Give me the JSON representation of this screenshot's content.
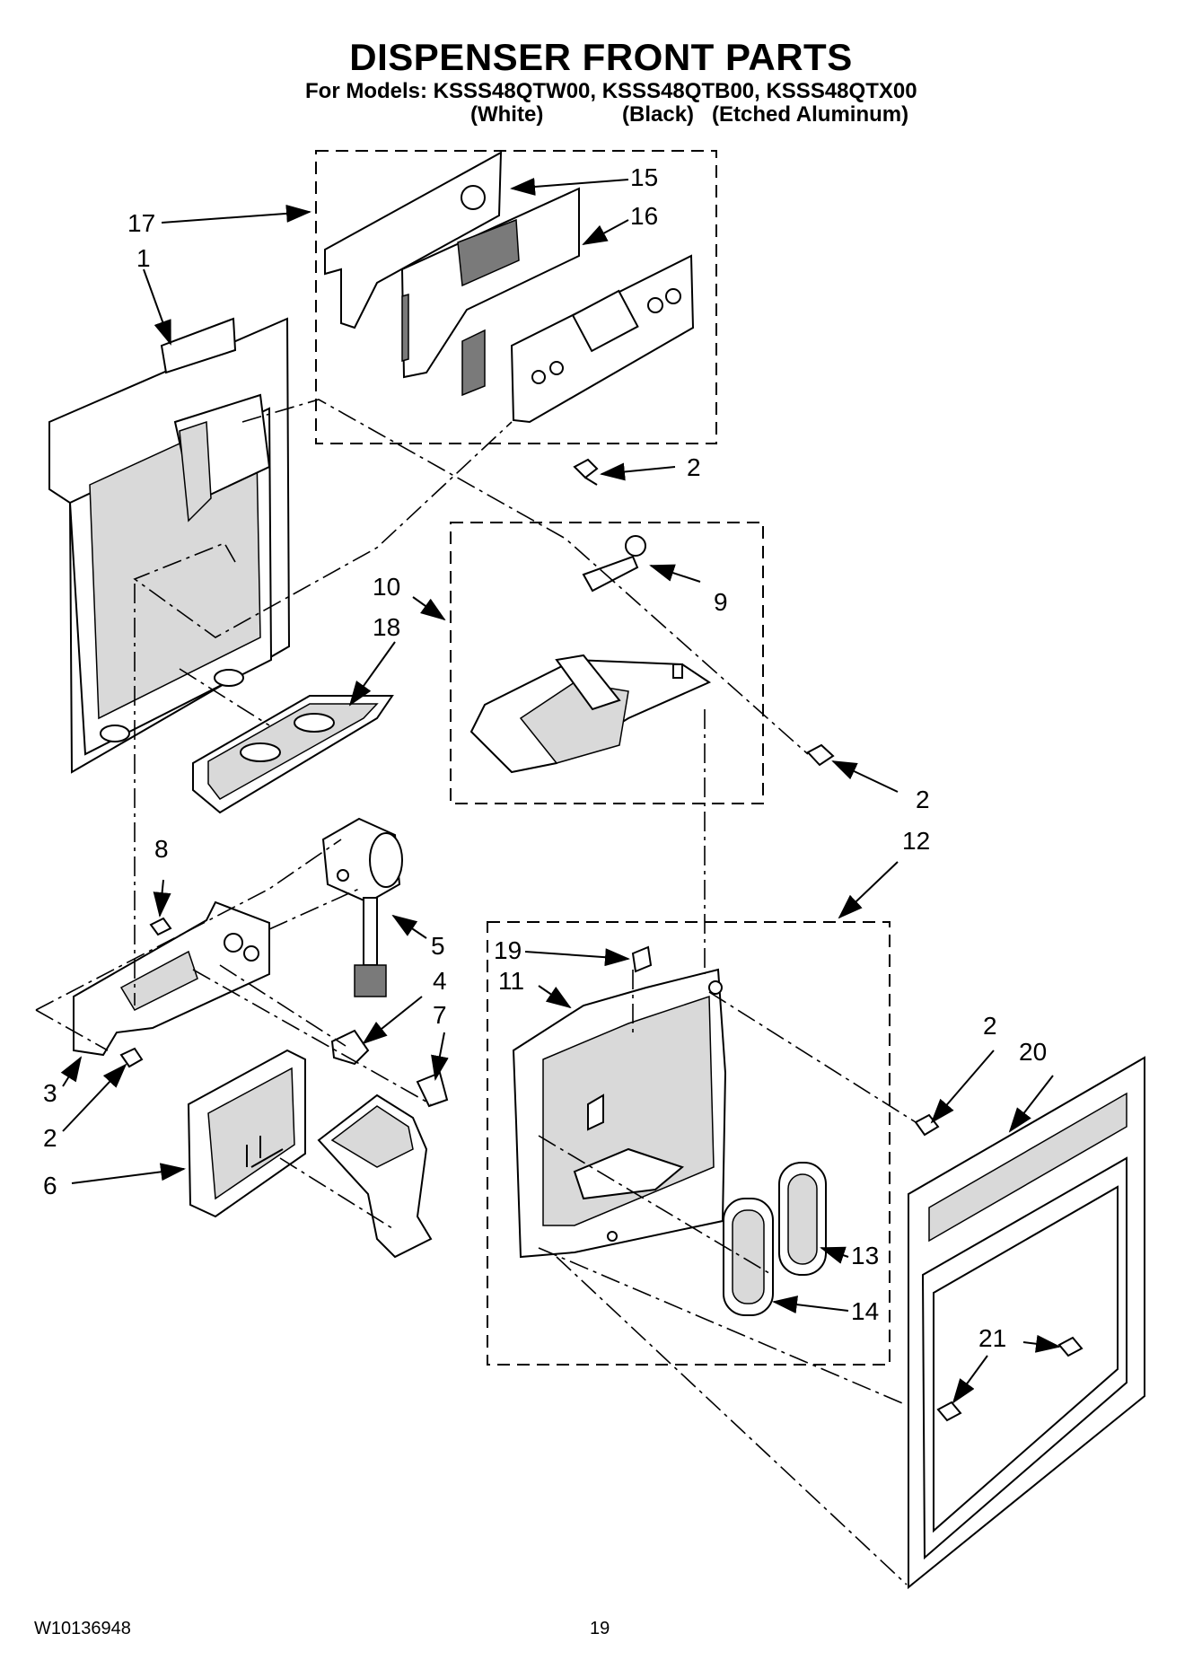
{
  "header": {
    "title": "DISPENSER FRONT PARTS",
    "models_line": "For Models: KSSS48QTW00, KSSS48QTB00, KSSS48QTX00",
    "finishes": {
      "white": "(White)",
      "black": "(Black)",
      "etched": "(Etched Aluminum)"
    }
  },
  "callouts": {
    "c1": "1",
    "c2a": "2",
    "c2b": "2",
    "c2c": "2",
    "c2d": "2",
    "c3": "3",
    "c4": "4",
    "c5": "5",
    "c6": "6",
    "c7": "7",
    "c8": "8",
    "c9": "9",
    "c10": "10",
    "c11": "11",
    "c12": "12",
    "c13": "13",
    "c14": "14",
    "c15": "15",
    "c16": "16",
    "c17": "17",
    "c18": "18",
    "c19": "19",
    "c20": "20",
    "c21": "21"
  },
  "footer": {
    "doc_number": "W10136948",
    "page_number": "19"
  }
}
